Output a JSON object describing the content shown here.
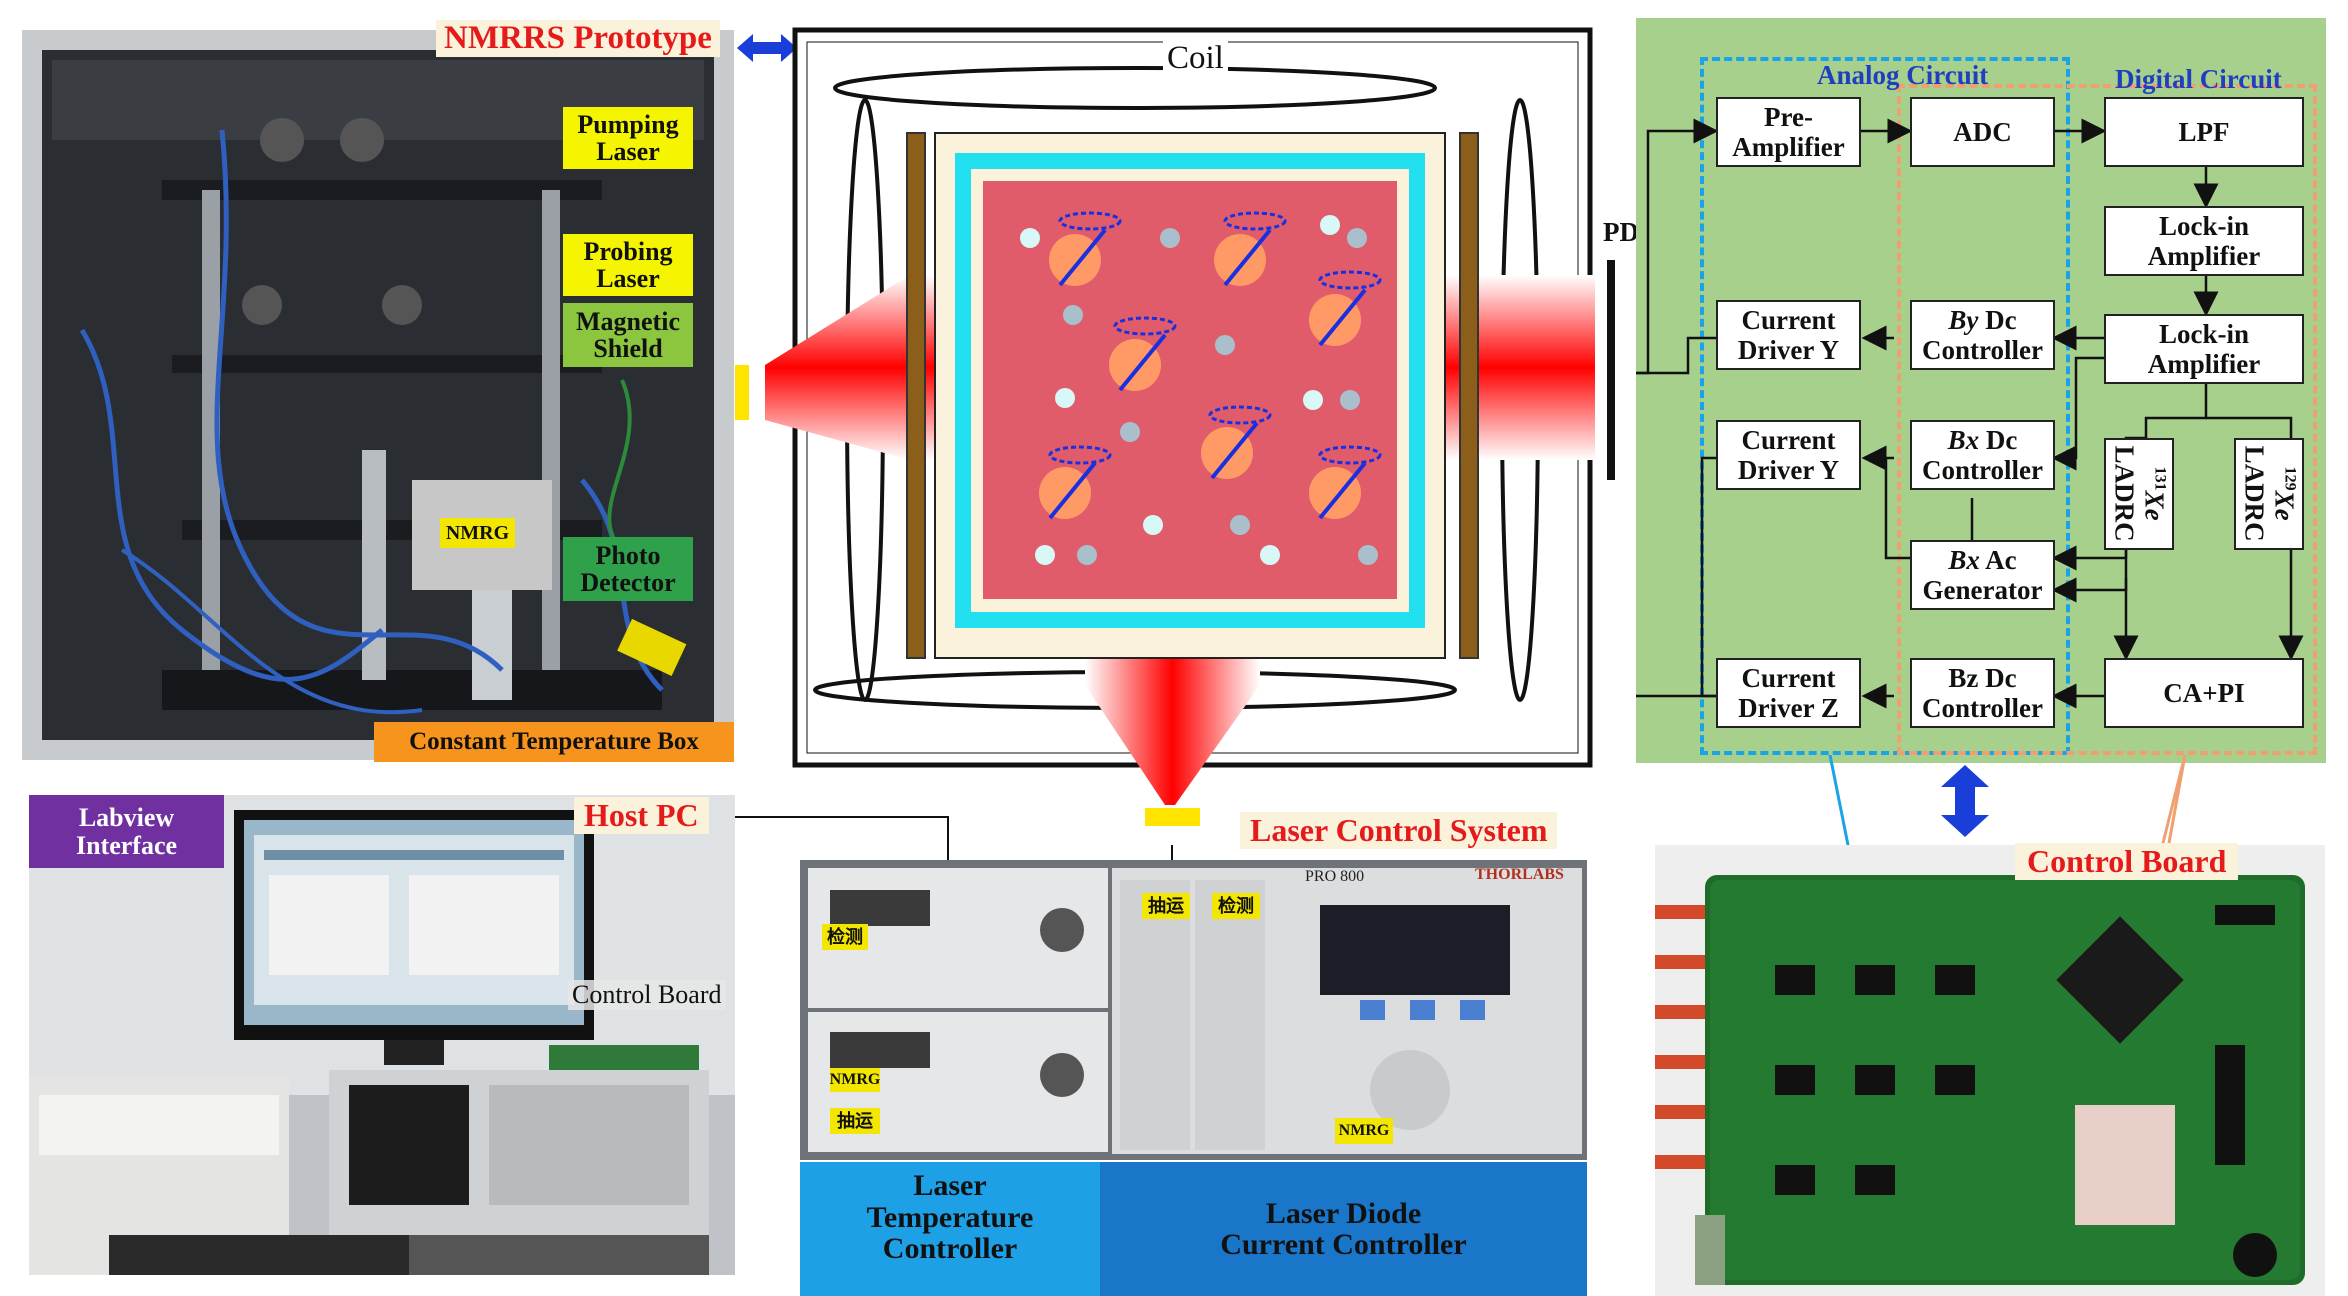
{
  "colors": {
    "diagram_green": "#a8d08d",
    "analog_dash": "#1aa3e6",
    "digital_dash": "#f0a070",
    "laser_red": "#ff0000",
    "cell": "#e05c6a",
    "atom": "#ff9966",
    "shield": "#22e0f0"
  },
  "prototype": {
    "title": "NMRRS Prototype",
    "pumping": "Pumping Laser",
    "probing": "Probing Laser",
    "shield": "Magnetic Shield",
    "detector": "Photo Detector",
    "box": "Constant Temperature Box",
    "tag": "NMRG"
  },
  "host": {
    "title": "Host PC",
    "labview": "Labview Interface",
    "control_board": "Control Board"
  },
  "cell": {
    "coil": "Coil",
    "pd": "PD"
  },
  "laser_ctrl": {
    "title": "Laser Control System",
    "temp": "Laser Temperature Controller",
    "current": "Laser Diode Current Controller",
    "tag1": "检测",
    "tag2": "NMRG",
    "tag3": "抽运",
    "tag4": "抽运",
    "tag5": "检测",
    "tag6": "NMRG",
    "pro": "PRO 800",
    "brand": "THORLABS"
  },
  "circuit": {
    "analog_title": "Analog Circuit",
    "digital_title": "Digital Circuit",
    "preamp": "Pre-Amplifier",
    "adc": "ADC",
    "lpf": "LPF",
    "lockin1": "Lock-in Amplifier",
    "lockin2": "Lock-in Amplifier",
    "drv_y1": "Current Driver Y",
    "drv_y2": "Current Driver Y",
    "drv_z": "Current Driver Z",
    "by_ctrl_a": "By",
    "by_ctrl_b": "Dc Controller",
    "bx_ctrl_a": "Bx",
    "bx_ctrl_b": "Dc Controller",
    "bxac_a": "Bx",
    "bxac_b": "Ac Generator",
    "bz_ctrl": "Bz Dc Controller",
    "capi": "CA+PI",
    "ladrc1": "131Xe LADRC",
    "ladrc1_sup": "131",
    "ladrc1_el": "Xe",
    "ladrc1_txt": "LADRC",
    "ladrc2": "129Xe LADRC",
    "ladrc2_sup": "129",
    "ladrc2_el": "Xe",
    "ladrc2_txt": "LADRC"
  },
  "board": {
    "title": "Control Board"
  }
}
